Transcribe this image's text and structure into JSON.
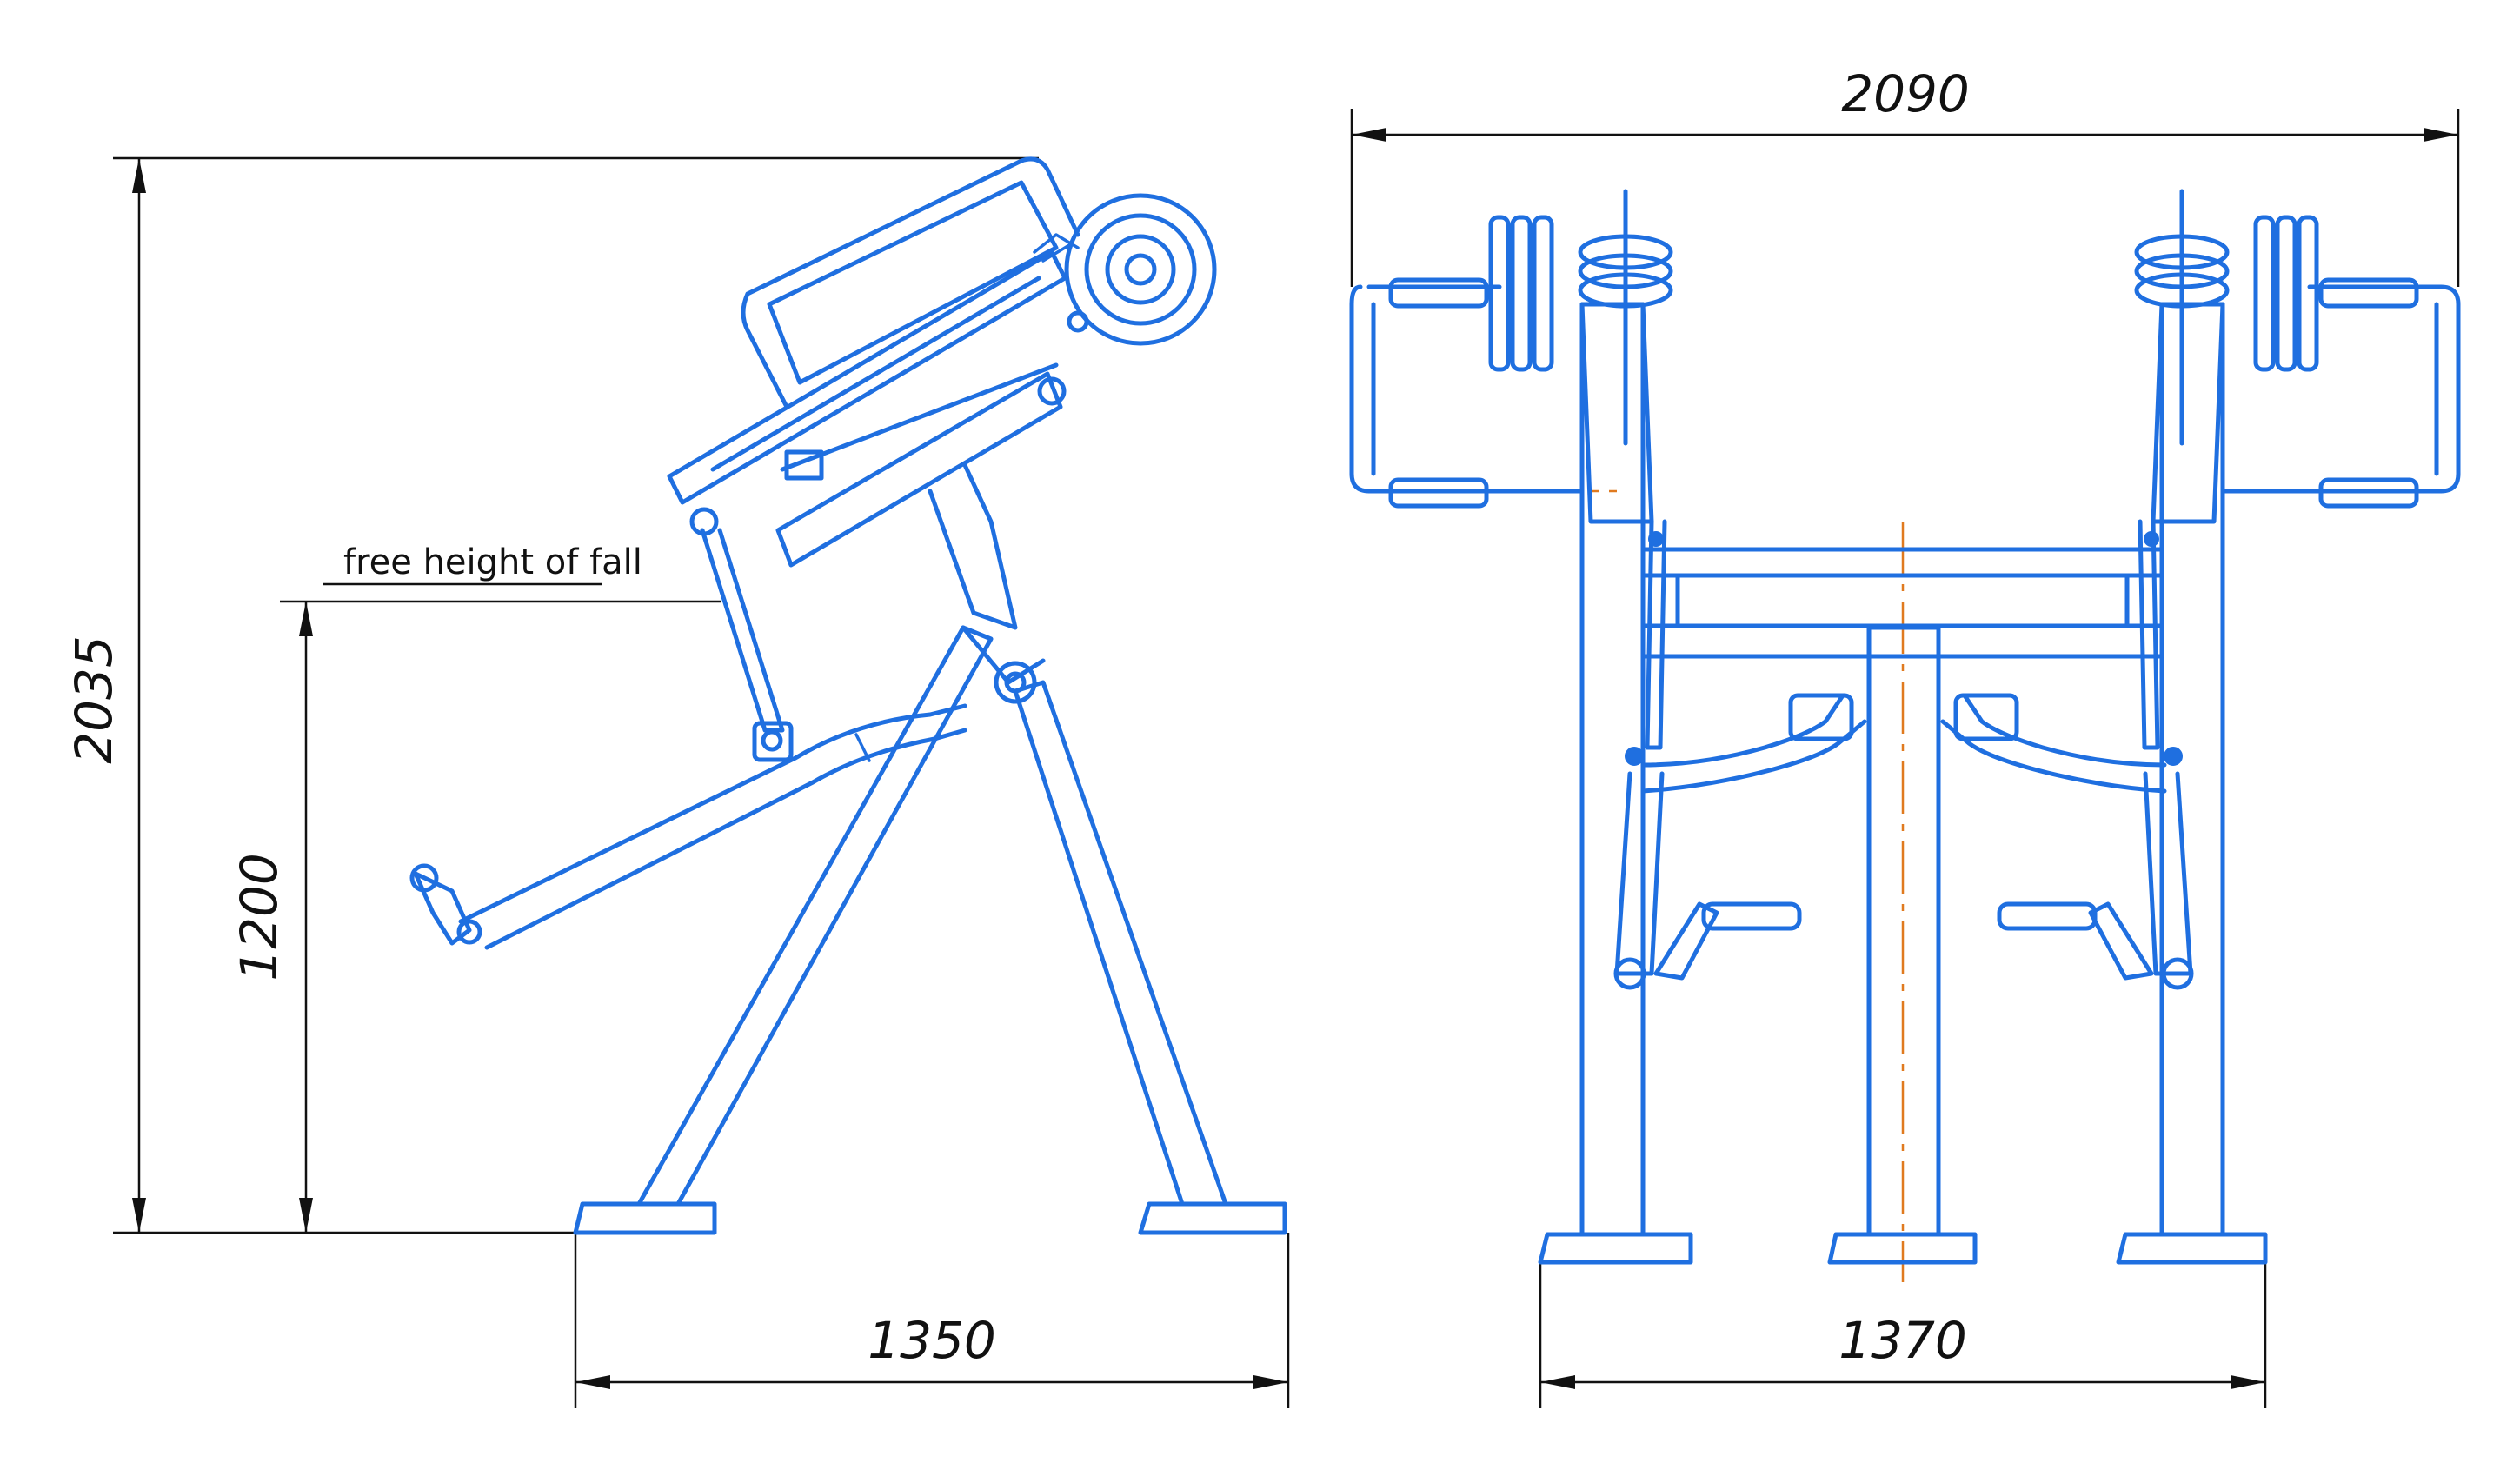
{
  "colors": {
    "structure": "#1f6fe0",
    "dimension": "#111111",
    "centerline": "#e07a1f"
  },
  "side_view": {
    "height_dim": "2035",
    "fall_height_dim": "1200",
    "length_dim": "1350",
    "fall_note": "free height of fall"
  },
  "front_view": {
    "width_overall_dim": "2090",
    "base_width_dim": "1370"
  }
}
